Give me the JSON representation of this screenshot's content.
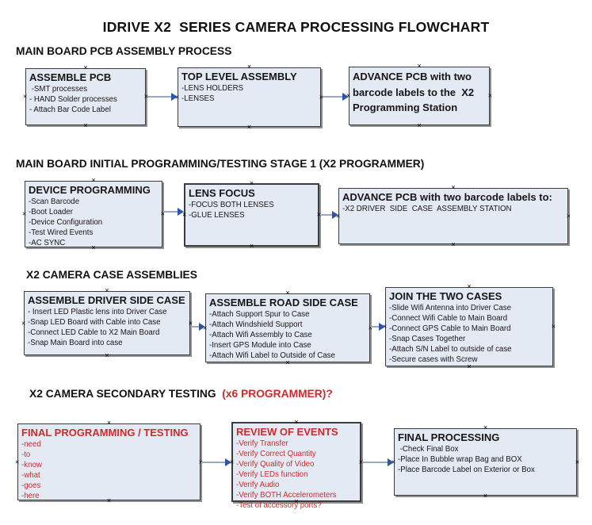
{
  "title": "IDRIVE X2  SERIES CAMERA PROCESSING FLOWCHART",
  "colors": {
    "box_fill": "#e4eaf4",
    "box_border": "#3c3c3c",
    "red_text": "#cc2b2b",
    "arrow_line": "#96a9c4",
    "arrow_head": "#2c55a8",
    "text": "#161616"
  },
  "icons": {
    "connection_point": "x-connection-marker",
    "connector": "right-arrow"
  },
  "sections": [
    {
      "header": "MAIN BOARD PCB ASSEMBLY PROCESS",
      "header_red": "",
      "boxes": [
        {
          "title": "ASSEMBLE PCB",
          "items": [
            " -SMT processes",
            "- HAND Solder processes",
            "- Attach Bar Code Label"
          ]
        },
        {
          "title": "TOP LEVEL ASSEMBLY",
          "items": [
            "-LENS HOLDERS",
            "-LENSES"
          ]
        },
        {
          "title": "ADVANCE PCB with two barcode labels to the  X2 Programming Station",
          "items": []
        }
      ]
    },
    {
      "header": "MAIN BOARD INITIAL PROGRAMMING/TESTING STAGE 1 (X2 PROGRAMMER)",
      "header_red": "",
      "boxes": [
        {
          "title": "DEVICE PROGRAMMING",
          "items": [
            "-Scan Barcode",
            "-Boot Loader",
            "-Device Configuration",
            "-Test Wired Events",
            "-AC SYNC"
          ]
        },
        {
          "title": "LENS FOCUS",
          "items": [
            "-FOCUS BOTH LENSES",
            "-GLUE LENSES"
          ]
        },
        {
          "title": "ADVANCE PCB with two barcode labels to:",
          "items": [
            "-X2 DRIVER  SIDE  CASE  ASSEMBLY STATION"
          ]
        }
      ]
    },
    {
      "header": "X2 CAMERA CASE ASSEMBLIES",
      "header_red": "",
      "boxes": [
        {
          "title": "ASSEMBLE DRIVER SIDE CASE",
          "items": [
            "- Insert LED Plastic lens into Driver Case",
            "-Snap LED Board with Cable into Case",
            "-Connect LED Cable to X2 Main Board",
            "-Snap Main Board into case"
          ]
        },
        {
          "title": "ASSEMBLE ROAD SIDE CASE",
          "items": [
            "-Attach Support Spur to Case",
            "-Attach Windshield Support",
            "-Attach Wifi Assembly to Case",
            "-Insert GPS Module into Case",
            "-Attach Wifi Label to Outside of Case"
          ]
        },
        {
          "title": "JOIN THE TWO CASES",
          "items": [
            "-Slide Wifi Antenna into Driver Case",
            "-Connect Wifi Cable to Main Board",
            "-Connect GPS Cable to Main Board",
            "-Snap Cases Together",
            "-Attach S/N Label to outside of case",
            "-Secure cases with Screw"
          ]
        }
      ]
    },
    {
      "header": "X2 CAMERA SECONDARY TESTING  ",
      "header_red": "(x6 PROGRAMMER)?",
      "boxes": [
        {
          "title": "FINAL PROGRAMMING / TESTING",
          "red": true,
          "items": [
            "-need",
            "-to",
            "-know",
            "-what",
            "-goes",
            "-here"
          ]
        },
        {
          "title": "REVIEW OF EVENTS",
          "red": true,
          "items": [
            "-Verify Transfer",
            "-Verify Correct Quantity",
            "-Verify Quality of Video",
            "-Verify LEDs function",
            "-Verify Audio",
            "-Verify BOTH Accelerometers",
            "-Test of accessory ports?"
          ]
        },
        {
          "title": "FINAL PROCESSING",
          "items": [
            " -Check Final Box",
            "-Place In Bubble wrap Bag and BOX",
            "-Place Barcode Label on Exterior or Box"
          ]
        }
      ]
    }
  ]
}
